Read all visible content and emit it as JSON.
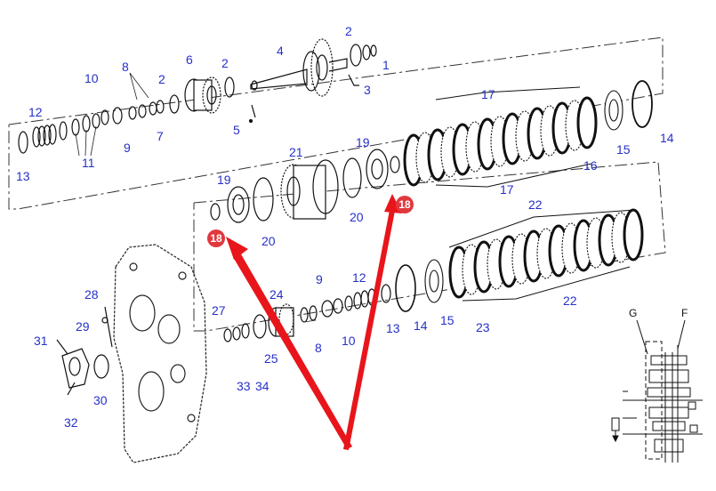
{
  "colors": {
    "label": "#2630c8",
    "callout": "#e0393e",
    "arrow": "#e8151b",
    "ink": "#111111"
  },
  "labels": {
    "p1": "1",
    "p2a": "2",
    "p2b": "2",
    "p2c": "2",
    "p3": "3",
    "p4": "4",
    "p5": "5",
    "p6": "6",
    "p7": "7",
    "p8a": "8",
    "p8b": "8",
    "p9a": "9",
    "p9b": "9",
    "p10a": "10",
    "p10b": "10",
    "p11": "11",
    "p12a": "12",
    "p12b": "12",
    "p13a": "13",
    "p13b": "13",
    "p14a": "14",
    "p14b": "14",
    "p15a": "15",
    "p15b": "15",
    "p16": "16",
    "p17a": "17",
    "p17b": "17",
    "p19a": "19",
    "p19b": "19",
    "p20a": "20",
    "p20b": "20",
    "p21": "21",
    "p22a": "22",
    "p22b": "22",
    "p23": "23",
    "p24": "24",
    "p25": "25",
    "p27": "27",
    "p28": "28",
    "p29": "29",
    "p30": "30",
    "p31": "31",
    "p32": "32",
    "p33": "33",
    "p34": "34"
  },
  "callouts": {
    "c1": "18",
    "c2": "18"
  },
  "inset": {
    "g": "G",
    "f": "F"
  }
}
